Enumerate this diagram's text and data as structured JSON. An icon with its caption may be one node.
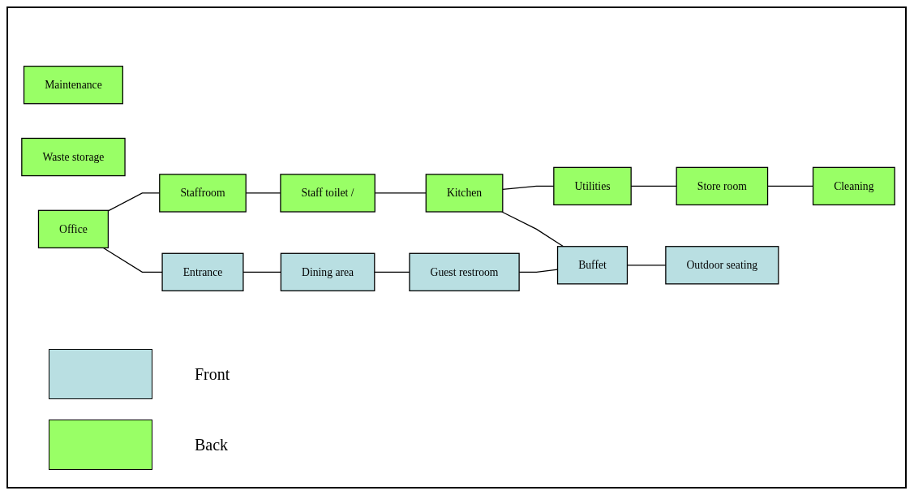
{
  "diagram": {
    "nodes": [
      {
        "text": [
          "Maintenance"
        ]
      },
      {
        "text": [
          "Waste storage"
        ]
      },
      {
        "text": [
          "Office"
        ]
      },
      {
        "text": [
          "Staffroom"
        ]
      },
      {
        "text": [
          "Staff toilet /"
        ]
      },
      {
        "text": [
          "Kitchen"
        ]
      },
      {
        "text": [
          "Utilities"
        ]
      },
      {
        "text": [
          "Store room"
        ]
      },
      {
        "text": [
          "Cleaning"
        ]
      },
      {
        "text": [
          "Entrance"
        ]
      },
      {
        "text": [
          "Dining area"
        ]
      },
      {
        "text": [
          "Guest restroom"
        ]
      },
      {
        "text": [
          "Buffet"
        ]
      },
      {
        "text": [
          "Outdoor seating"
        ]
      }
    ],
    "edges": [
      {
        "from": 2,
        "to": 3,
        "arrow": "none"
      },
      {
        "from": 3,
        "to": 4,
        "arrow": "none"
      },
      {
        "from": 4,
        "to": 5,
        "arrow": "none"
      },
      {
        "from": 5,
        "to": 6,
        "arrow": "none"
      },
      {
        "from": 6,
        "to": 7,
        "arrow": "none"
      },
      {
        "from": 7,
        "to": 8,
        "arrow": "none"
      },
      {
        "from": 2,
        "to": 9,
        "arrow": "none"
      },
      {
        "from": 5,
        "to": 12,
        "arrow": "none"
      },
      {
        "from": 9,
        "to": 10,
        "arrow": "none"
      },
      {
        "from": 10,
        "to": 11,
        "arrow": "none"
      },
      {
        "from": 11,
        "to": 12,
        "arrow": "none"
      },
      {
        "from": 12,
        "to": 13,
        "arrow": "none"
      }
    ],
    "legend": [
      {
        "text": "Front",
        "color": "#b9dfe2"
      },
      {
        "text": "Back",
        "color": "#99ff66"
      }
    ]
  }
}
